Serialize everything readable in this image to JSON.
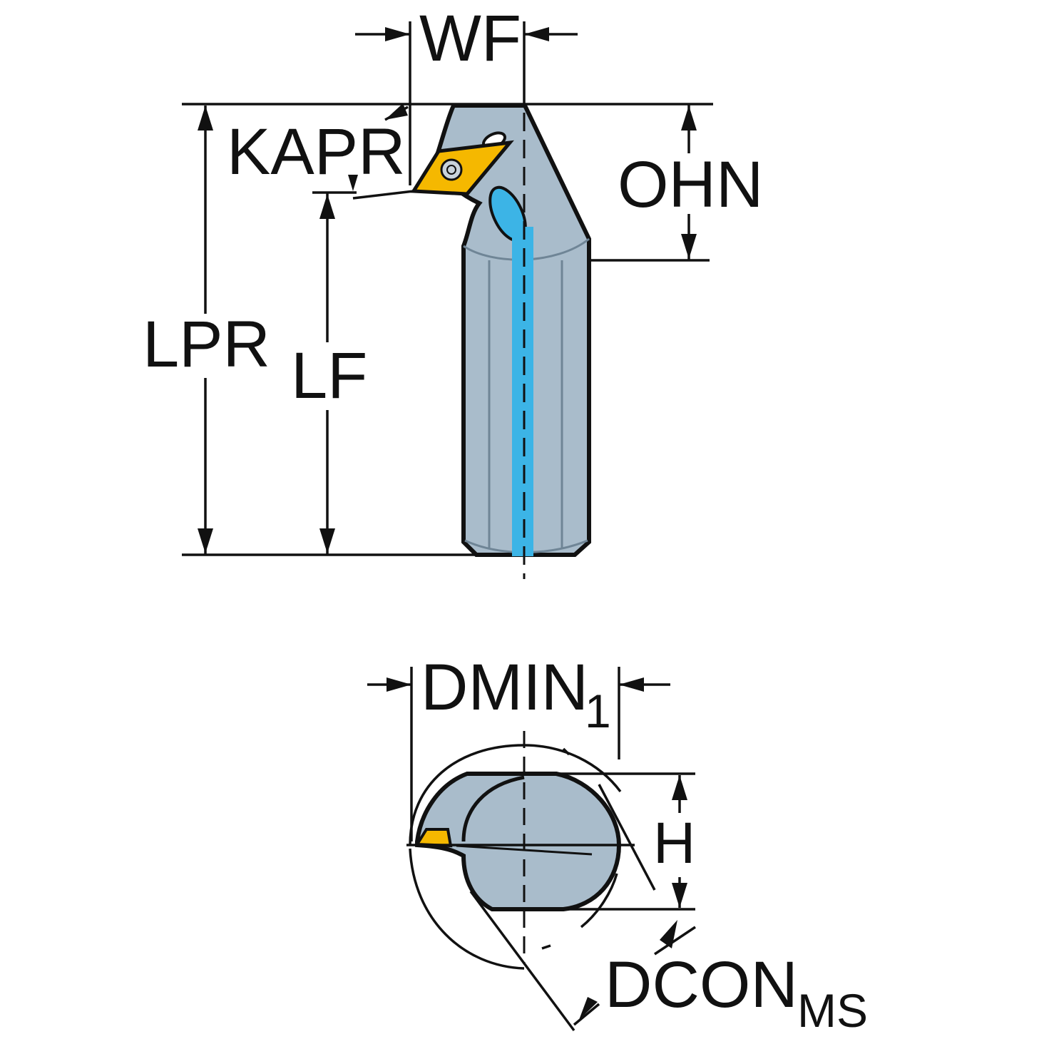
{
  "labels": {
    "wf": "WF",
    "kapr": "KAPR",
    "ohn": "OHN",
    "lpr": "LPR",
    "lf": "LF",
    "dmin": "DMIN",
    "dmin_sub": "1",
    "h": "H",
    "dcon": "DCON",
    "dcon_sub": "MS"
  },
  "colors": {
    "body": "#a9bccb",
    "body_dark": "#8fa5b6",
    "insert": "#f5b800",
    "coolant": "#3cb4e6",
    "line": "#111111"
  }
}
